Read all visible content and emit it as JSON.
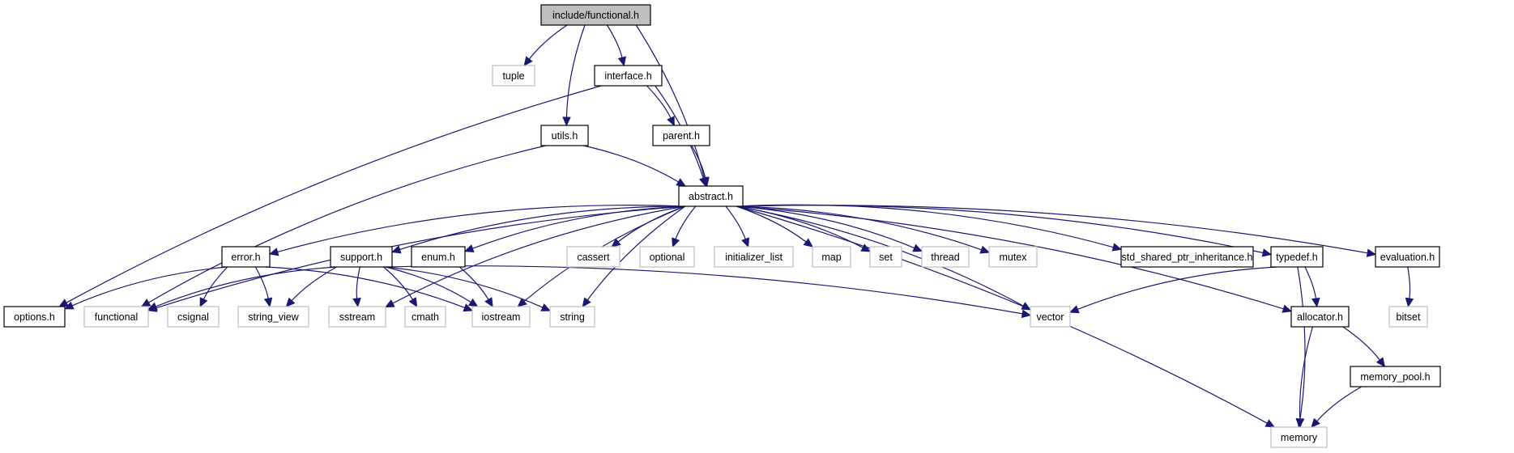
{
  "diagram": {
    "title": "include/functional.h",
    "type": "include-dependency-graph",
    "colors": {
      "edge": "#191970",
      "root_fill": "#bfbfbf",
      "project_border": "#000000",
      "system_border": "#bfbfbf"
    },
    "nodes": [
      {
        "id": "functional_h",
        "label": "include/functional.h",
        "kind": "root"
      },
      {
        "id": "tuple",
        "label": "tuple",
        "kind": "system"
      },
      {
        "id": "interface_h",
        "label": "interface.h",
        "kind": "project"
      },
      {
        "id": "utils_h",
        "label": "utils.h",
        "kind": "project"
      },
      {
        "id": "parent_h",
        "label": "parent.h",
        "kind": "project"
      },
      {
        "id": "abstract_h",
        "label": "abstract.h",
        "kind": "project"
      },
      {
        "id": "error_h",
        "label": "error.h",
        "kind": "project"
      },
      {
        "id": "support_h",
        "label": "support.h",
        "kind": "project"
      },
      {
        "id": "enum_h",
        "label": "enum.h",
        "kind": "project"
      },
      {
        "id": "cassert",
        "label": "cassert",
        "kind": "system"
      },
      {
        "id": "optional",
        "label": "optional",
        "kind": "system"
      },
      {
        "id": "initializer_list",
        "label": "initializer_list",
        "kind": "system"
      },
      {
        "id": "map",
        "label": "map",
        "kind": "system"
      },
      {
        "id": "set",
        "label": "set",
        "kind": "system"
      },
      {
        "id": "thread",
        "label": "thread",
        "kind": "system"
      },
      {
        "id": "mutex",
        "label": "mutex",
        "kind": "system"
      },
      {
        "id": "std_shared_ptr_inheritance_h",
        "label": "std_shared_ptr_inheritance.h",
        "kind": "project"
      },
      {
        "id": "typedef_h",
        "label": "typedef.h",
        "kind": "project"
      },
      {
        "id": "evaluation_h",
        "label": "evaluation.h",
        "kind": "project"
      },
      {
        "id": "options_h",
        "label": "options.h",
        "kind": "project"
      },
      {
        "id": "functional",
        "label": "functional",
        "kind": "system"
      },
      {
        "id": "csignal",
        "label": "csignal",
        "kind": "system"
      },
      {
        "id": "string_view",
        "label": "string_view",
        "kind": "system"
      },
      {
        "id": "sstream",
        "label": "sstream",
        "kind": "system"
      },
      {
        "id": "cmath",
        "label": "cmath",
        "kind": "system"
      },
      {
        "id": "iostream",
        "label": "iostream",
        "kind": "system"
      },
      {
        "id": "string",
        "label": "string",
        "kind": "system"
      },
      {
        "id": "vector",
        "label": "vector",
        "kind": "system"
      },
      {
        "id": "allocator_h",
        "label": "allocator.h",
        "kind": "project"
      },
      {
        "id": "bitset",
        "label": "bitset",
        "kind": "system"
      },
      {
        "id": "memory_pool_h",
        "label": "memory_pool.h",
        "kind": "project"
      },
      {
        "id": "memory",
        "label": "memory",
        "kind": "system"
      }
    ],
    "edges": [
      [
        "functional_h",
        "tuple"
      ],
      [
        "functional_h",
        "interface_h"
      ],
      [
        "functional_h",
        "utils_h"
      ],
      [
        "functional_h",
        "abstract_h"
      ],
      [
        "interface_h",
        "options_h"
      ],
      [
        "interface_h",
        "abstract_h"
      ],
      [
        "interface_h",
        "parent_h"
      ],
      [
        "utils_h",
        "functional"
      ],
      [
        "utils_h",
        "abstract_h"
      ],
      [
        "parent_h",
        "abstract_h"
      ],
      [
        "abstract_h",
        "functional"
      ],
      [
        "abstract_h",
        "error_h"
      ],
      [
        "abstract_h",
        "sstream"
      ],
      [
        "abstract_h",
        "support_h"
      ],
      [
        "abstract_h",
        "enum_h"
      ],
      [
        "abstract_h",
        "iostream"
      ],
      [
        "abstract_h",
        "string"
      ],
      [
        "abstract_h",
        "cassert"
      ],
      [
        "abstract_h",
        "optional"
      ],
      [
        "abstract_h",
        "initializer_list"
      ],
      [
        "abstract_h",
        "map"
      ],
      [
        "abstract_h",
        "set"
      ],
      [
        "abstract_h",
        "thread"
      ],
      [
        "abstract_h",
        "mutex"
      ],
      [
        "abstract_h",
        "vector"
      ],
      [
        "abstract_h",
        "memory"
      ],
      [
        "abstract_h",
        "std_shared_ptr_inheritance_h"
      ],
      [
        "abstract_h",
        "typedef_h"
      ],
      [
        "abstract_h",
        "allocator_h"
      ],
      [
        "abstract_h",
        "evaluation_h"
      ],
      [
        "error_h",
        "options_h"
      ],
      [
        "error_h",
        "csignal"
      ],
      [
        "error_h",
        "string_view"
      ],
      [
        "error_h",
        "iostream"
      ],
      [
        "support_h",
        "functional"
      ],
      [
        "support_h",
        "string_view"
      ],
      [
        "support_h",
        "sstream"
      ],
      [
        "support_h",
        "cmath"
      ],
      [
        "support_h",
        "iostream"
      ],
      [
        "support_h",
        "string"
      ],
      [
        "support_h",
        "vector"
      ],
      [
        "enum_h",
        "iostream"
      ],
      [
        "typedef_h",
        "vector"
      ],
      [
        "typedef_h",
        "allocator_h"
      ],
      [
        "typedef_h",
        "memory"
      ],
      [
        "evaluation_h",
        "bitset"
      ],
      [
        "allocator_h",
        "memory_pool_h"
      ],
      [
        "allocator_h",
        "memory"
      ],
      [
        "memory_pool_h",
        "memory"
      ]
    ]
  }
}
